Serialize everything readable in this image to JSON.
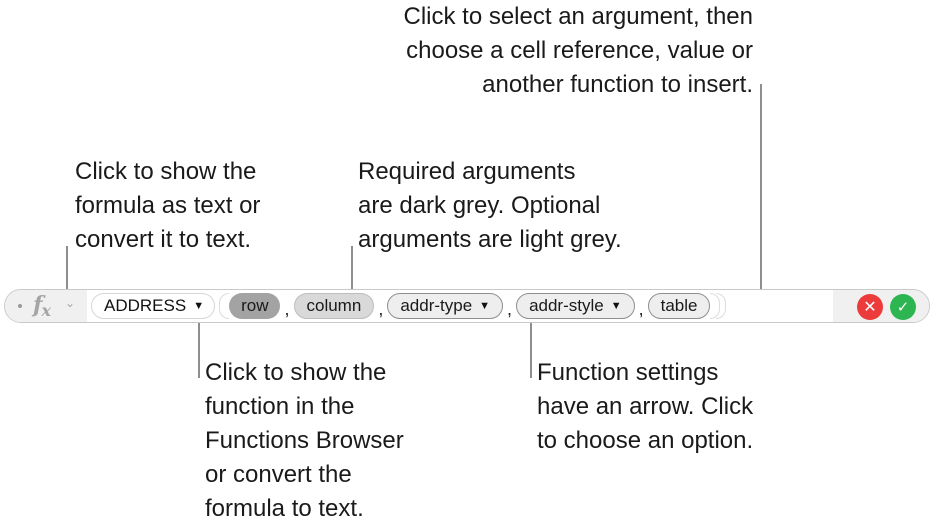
{
  "callouts": {
    "select_argument": [
      "Click to select an argument, then",
      "choose a cell reference, value or",
      "another function to insert."
    ],
    "show_formula_text": [
      "Click to show the",
      "formula as text or",
      "convert it to text."
    ],
    "argument_colors": [
      "Required arguments",
      "are dark grey. Optional",
      "arguments are light grey."
    ],
    "function_browser": [
      "Click to show the",
      "function in the",
      "Functions Browser",
      "or convert the",
      "formula to text."
    ],
    "function_settings": [
      "Function settings",
      "have an arrow. Click",
      "to choose an option."
    ]
  },
  "formula_bar": {
    "fx_label": "f",
    "fx_sub": "x",
    "function_name": "ADDRESS",
    "arguments": [
      {
        "label": "row",
        "kind": "required-selected",
        "has_arrow": false
      },
      {
        "label": "column",
        "kind": "required",
        "has_arrow": false
      },
      {
        "label": "addr-type",
        "kind": "optional",
        "has_arrow": true
      },
      {
        "label": "addr-style",
        "kind": "optional",
        "has_arrow": true
      },
      {
        "label": "table",
        "kind": "optional",
        "has_arrow": false
      }
    ],
    "separator": ",",
    "arrow_glyph": "▼",
    "chevron_glyph": "⌄",
    "cancel_glyph": "✕",
    "accept_glyph": "✓"
  },
  "colors": {
    "cancel": "#ec3b3b",
    "accept": "#2db552",
    "required_selected": "#a3a3a3",
    "required": "#d9d9d9",
    "optional": "#eeeeee",
    "leader": "#8e8e8e"
  }
}
